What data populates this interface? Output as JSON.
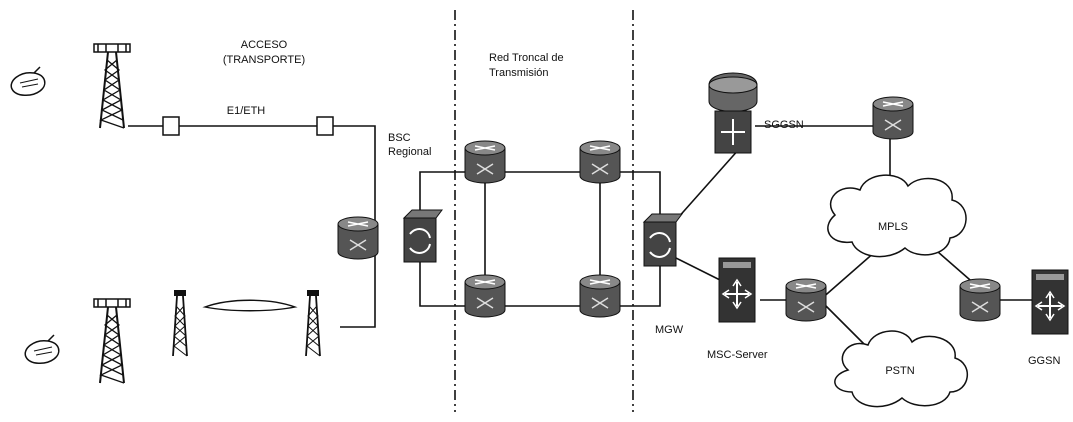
{
  "labels": {
    "acceso": "ACCESO",
    "transporte": "(TRANSPORTE)",
    "e1eth": "E1/ETH",
    "bsc1": "BSC",
    "bsc2": "Regional",
    "troncal1": "Red Troncal de",
    "troncal2": "Transmisión",
    "sggsn": "SGGSN",
    "mpls": "MPLS",
    "pstn": "PSTN",
    "mgw": "MGW",
    "msc": "MSC-Server",
    "ggsn": "GGSN"
  },
  "icons": [
    "mobile-phone-icon",
    "cell-tower-icon",
    "microwave-antenna-icon",
    "router-icon",
    "switch-icon",
    "server-icon",
    "cloud-icon"
  ]
}
